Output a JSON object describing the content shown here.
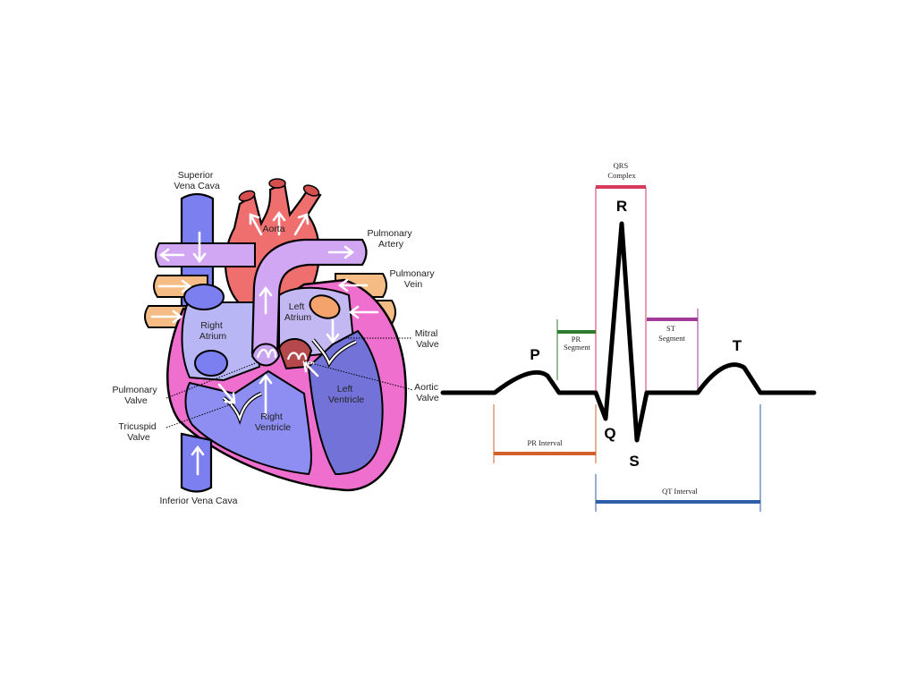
{
  "heart": {
    "superior_vena_cava": [
      "Superior",
      "Vena Cava"
    ],
    "aorta": "Aorta",
    "pulmonary_artery": [
      "Pulmonary",
      "Artery"
    ],
    "pulmonary_vein": [
      "Pulmonary",
      "Vein"
    ],
    "left_atrium": [
      "Left",
      "Atrium"
    ],
    "right_atrium": [
      "Right",
      "Atrium"
    ],
    "mitral_valve": [
      "Mitral",
      "Valve"
    ],
    "aortic_valve": [
      "Aortic",
      "Valve"
    ],
    "pulmonary_valve": [
      "Pulmonary",
      "Valve"
    ],
    "tricuspid_valve": [
      "Tricuspid",
      "Valve"
    ],
    "left_ventricle": [
      "Left",
      "Ventricle"
    ],
    "right_ventricle": [
      "Right",
      "Ventricle"
    ],
    "inferior_vena_cava": "Inferior Vena Cava"
  },
  "ecg": {
    "waves": {
      "p": "P",
      "q": "Q",
      "r": "R",
      "s": "S",
      "t": "T"
    },
    "qrs_complex": [
      "QRS",
      "Complex"
    ],
    "pr_segment": [
      "PR",
      "Segment"
    ],
    "st_segment": [
      "ST",
      "Segment"
    ],
    "pr_interval": "PR Interval",
    "qt_interval": "QT Interval"
  },
  "colors": {
    "vena_cava": "#7b7ff0",
    "aorta": "#ef6f6f",
    "pulmonary_artery": "#d1a6f3",
    "pulmonary_vein": "#f5bd85",
    "right_side": "#8d8df2",
    "left_side": "#7272d8",
    "heart_wall": "#ef6fcf",
    "qrs_bracket": "#d63a5a",
    "pr_segment": "#2f7a2f",
    "st_segment": "#a23a9a",
    "pr_interval": "#d2622a",
    "qt_interval": "#2f5ea8"
  }
}
